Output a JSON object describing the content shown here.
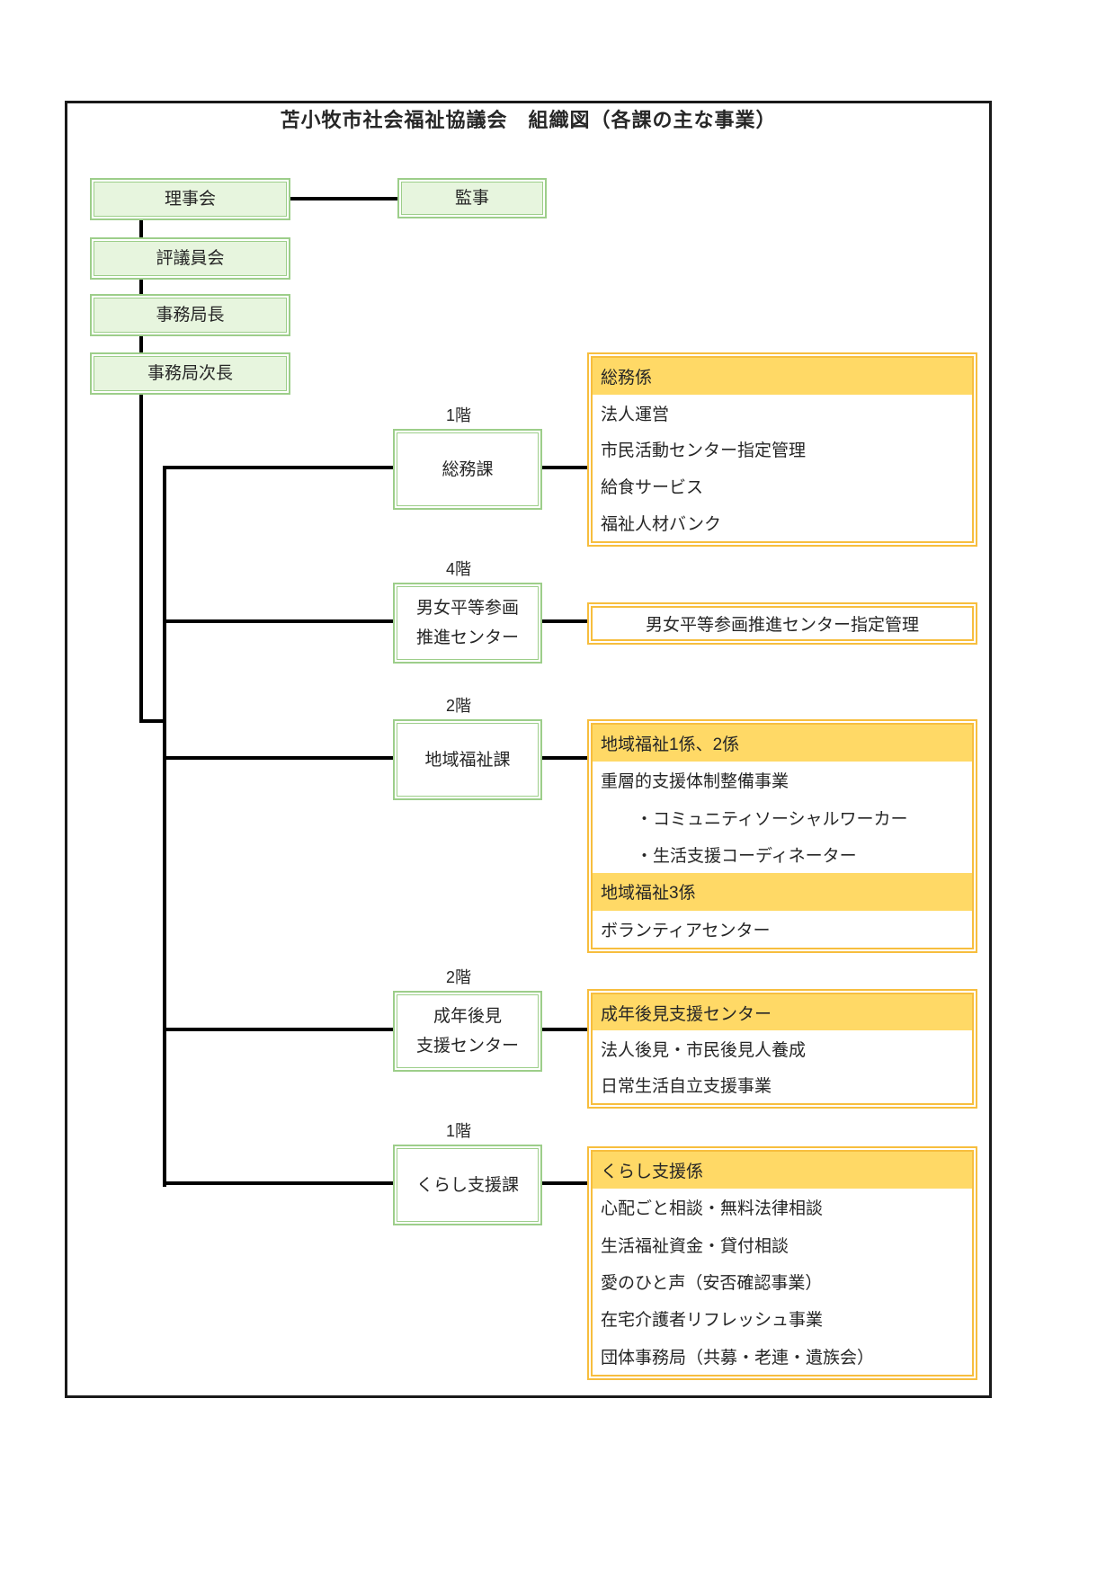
{
  "title": "苫小牧市社会福祉協議会　組織図（各課の主な事業）",
  "org_chain": {
    "board": "理事会",
    "auditor": "監事",
    "council": "評議員会",
    "secretary_general": "事務局長",
    "deputy_secretary_general": "事務局次長"
  },
  "departments": [
    {
      "floor": "1階",
      "name": "総務課",
      "detail_rows": [
        {
          "type": "header",
          "text": "総務係"
        },
        {
          "type": "text",
          "text": "法人運営"
        },
        {
          "type": "text",
          "text": "市民活動センター指定管理"
        },
        {
          "type": "text",
          "text": "給食サービス"
        },
        {
          "type": "text",
          "text": "福祉人材バンク"
        }
      ]
    },
    {
      "floor": "4階",
      "name": "男女平等参画\n推進センター",
      "detail_rows": [
        {
          "type": "center",
          "text": "男女平等参画推進センター指定管理"
        }
      ]
    },
    {
      "floor": "2階",
      "name": "地域福祉課",
      "detail_rows": [
        {
          "type": "header",
          "text": "地域福祉1係、2係"
        },
        {
          "type": "text",
          "text": "重層的支援体制整備事業"
        },
        {
          "type": "bullet",
          "text": "・コミュニティソーシャルワーカー"
        },
        {
          "type": "bullet",
          "text": "・生活支援コーディネーター"
        },
        {
          "type": "header",
          "text": "地域福祉3係"
        },
        {
          "type": "text",
          "text": "ボランティアセンター"
        }
      ]
    },
    {
      "floor": "2階",
      "name": "成年後見\n支援センター",
      "detail_rows": [
        {
          "type": "header",
          "text": "成年後見支援センター"
        },
        {
          "type": "text",
          "text": "法人後見・市民後見人養成"
        },
        {
          "type": "text",
          "text": "日常生活自立支援事業"
        }
      ]
    },
    {
      "floor": "1階",
      "name": "くらし支援課",
      "detail_rows": [
        {
          "type": "header",
          "text": "くらし支援係"
        },
        {
          "type": "text",
          "text": "心配ごと相談・無料法律相談"
        },
        {
          "type": "text",
          "text": "生活福祉資金・貸付相談"
        },
        {
          "type": "text",
          "text": "愛のひと声（安否確認事業）"
        },
        {
          "type": "text",
          "text": "在宅介護者リフレッシュ事業"
        },
        {
          "type": "text",
          "text": "団体事務局（共募・老連・遺族会）"
        }
      ]
    }
  ],
  "colors": {
    "green_border": "#9DCE8A",
    "green_fill": "#E7F5DE",
    "gold_border": "#F7BE3E",
    "gold_header_fill": "#FFD966",
    "line": "#000000",
    "text": "#262626"
  }
}
